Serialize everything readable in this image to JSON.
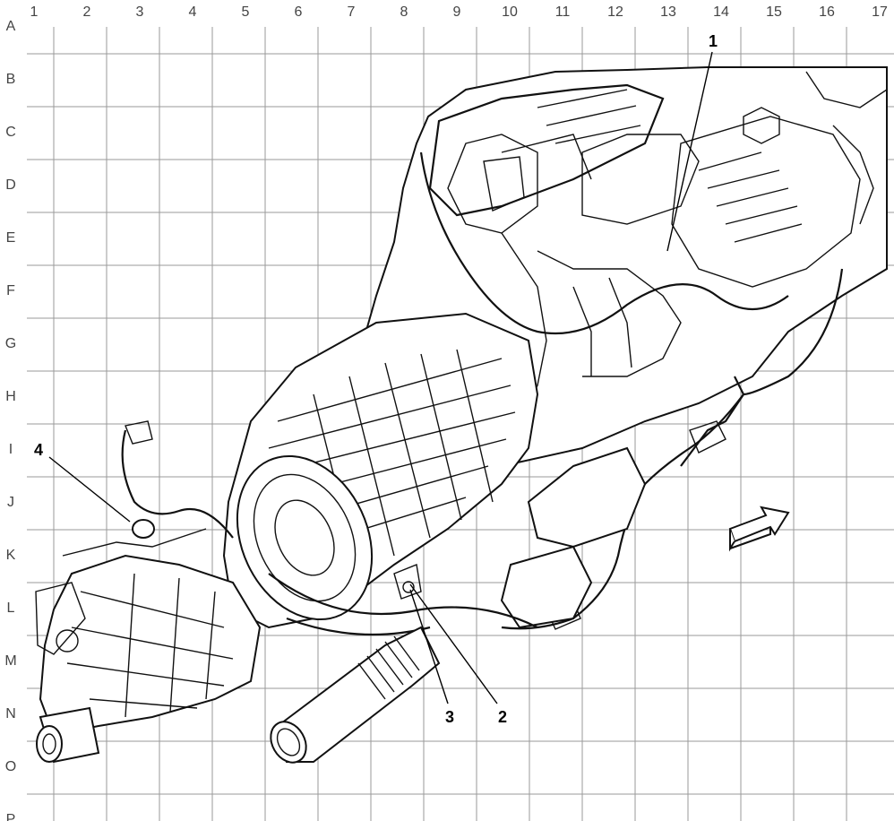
{
  "grid": {
    "columns": [
      "1",
      "2",
      "3",
      "4",
      "5",
      "6",
      "7",
      "8",
      "9",
      "10",
      "11",
      "12",
      "13",
      "14",
      "15",
      "16",
      "17"
    ],
    "rows": [
      "A",
      "B",
      "C",
      "D",
      "E",
      "F",
      "G",
      "H",
      "I",
      "J",
      "K",
      "L",
      "M",
      "N",
      "O",
      "P"
    ]
  },
  "callouts": [
    {
      "id": "1",
      "text": "1"
    },
    {
      "id": "2",
      "text": "2"
    },
    {
      "id": "3",
      "text": "3"
    },
    {
      "id": "4",
      "text": "4"
    }
  ],
  "colors": {
    "grid_line": "#9a9a9a",
    "ink": "#111111",
    "background": "#ffffff"
  },
  "icons": {
    "direction_arrow": "forward-arrow-icon"
  }
}
